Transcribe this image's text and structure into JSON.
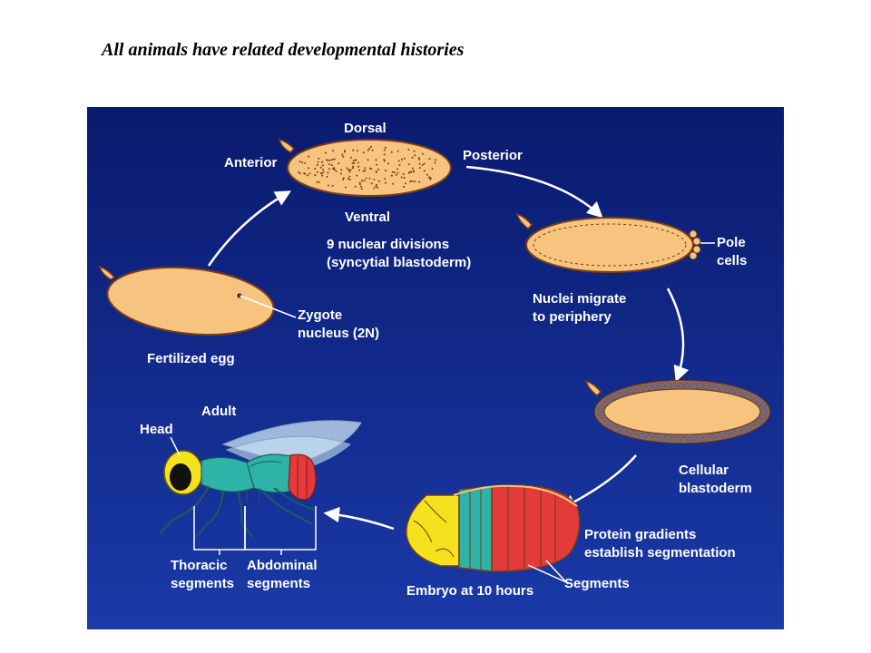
{
  "title": "All animals have related developmental histories",
  "colors": {
    "background_top": "#0a1a6e",
    "background_bottom": "#1a3aa8",
    "egg_fill": "#f6c47f",
    "egg_outline": "#7a3e14",
    "label_text": "#ffffff",
    "arrow": "#ffffff",
    "segment_yellow": "#f5e21f",
    "segment_teal": "#2fb3a8",
    "segment_red": "#e53a3a"
  },
  "labels": {
    "dorsal": "Dorsal",
    "anterior": "Anterior",
    "posterior": "Posterior",
    "ventral": "Ventral",
    "nuclear_divisions_line1": "9 nuclear divisions",
    "nuclear_divisions_line2": "(syncytial blastoderm)",
    "pole_line1": "Pole",
    "pole_line2": "cells",
    "nuclei_line1": "Nuclei migrate",
    "nuclei_line2": "to periphery",
    "zygote_line1": "Zygote",
    "zygote_line2": "nucleus (2N)",
    "fertilized_egg": "Fertilized egg",
    "adult": "Adult",
    "head": "Head",
    "cellular_line1": "Cellular",
    "cellular_line2": "blastoderm",
    "protein_line1": "Protein gradients",
    "protein_line2": "establish segmentation",
    "segments": "Segments",
    "embryo": "Embryo at 10 hours",
    "thoracic_line1": "Thoracic",
    "thoracic_line2": "segments",
    "abdominal_line1": "Abdominal",
    "abdominal_line2": "segments"
  },
  "icons": {
    "fertilized_egg": "fertilized-egg-icon",
    "syncytial_egg": "syncytial-egg-icon",
    "pole_cell_egg": "pole-cell-egg-icon",
    "cellular_egg": "cellular-blastoderm-egg-icon",
    "embryo": "segmented-embryo-icon",
    "adult_fly": "adult-fly-icon"
  }
}
